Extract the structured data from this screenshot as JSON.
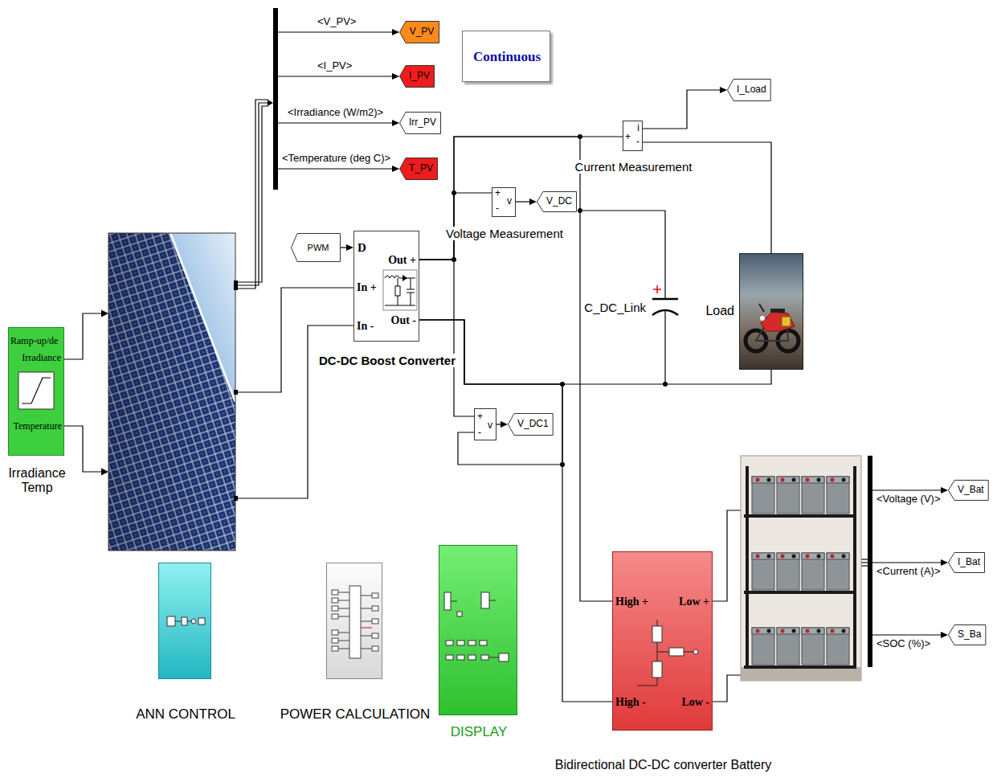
{
  "diagram": {
    "nodes": [
      {
        "text": [
          "Ramp-up/de",
          "Irradiance",
          "Temperature",
          "Irradiance Temp"
        ]
      },
      {
        "text": [
          "V_PV"
        ]
      },
      {
        "text": [
          "I_PV"
        ]
      },
      {
        "text": [
          "Irr_PV"
        ]
      },
      {
        "text": [
          "T_PV"
        ]
      },
      {
        "text": [
          "Continuous"
        ]
      },
      {
        "text": [
          "PWM"
        ]
      },
      {
        "text": [
          "D",
          "In +",
          "In -",
          "Out +",
          "Out -",
          "DC-DC Boost Converter"
        ]
      },
      {
        "text": [
          "+",
          "v",
          "-",
          "Voltage Measurement"
        ]
      },
      {
        "text": [
          "V_DC"
        ]
      },
      {
        "text": [
          "+",
          "i",
          "-",
          "Current Measurement"
        ]
      },
      {
        "text": [
          "I_Load"
        ]
      },
      {
        "text": [
          "Load"
        ]
      },
      {
        "text": [
          "+",
          "v",
          "-"
        ]
      },
      {
        "text": [
          "V_DC1"
        ]
      },
      {
        "text": [
          "ANN CONTROL"
        ]
      },
      {
        "text": [
          "POWER CALCULATION"
        ]
      },
      {
        "text": [
          "DISPLAY"
        ]
      },
      {
        "text": [
          "High +",
          "High -",
          "Low +",
          "Low -",
          "Bidirectional DC-DC converter Battery"
        ]
      },
      {
        "text": [
          "V_Bat"
        ]
      },
      {
        "text": [
          "I_Bat"
        ]
      },
      {
        "text": [
          "S_Ba"
        ]
      }
    ],
    "edges": [
      {
        "from": 6,
        "to": 7,
        "arrow": "to"
      },
      {
        "from": 7,
        "to": 10,
        "arrow": "none"
      },
      {
        "from": 7,
        "to": 8,
        "arrow": "none"
      },
      {
        "from": 8,
        "to": 9,
        "arrow": "to"
      },
      {
        "from": 10,
        "to": 11,
        "arrow": "to"
      },
      {
        "from": 10,
        "to": 12,
        "arrow": "none"
      },
      {
        "from": 7,
        "to": 12,
        "arrow": "none"
      },
      {
        "from": 7,
        "to": 13,
        "arrow": "none"
      },
      {
        "from": 7,
        "to": 13,
        "arrow": "none"
      },
      {
        "from": 13,
        "to": 14,
        "arrow": "to"
      },
      {
        "from": 7,
        "to": 18,
        "arrow": "none"
      },
      {
        "from": 7,
        "to": 18,
        "arrow": "none"
      }
    ],
    "labels": [
      "<V_PV>",
      "<I_PV>",
      "<Irradiance (W/m2)>",
      "<Temperature (deg C)>",
      "C_DC_Link",
      "<Voltage (V)>",
      "<Current (A)>",
      "<SOC (%)>"
    ]
  }
}
